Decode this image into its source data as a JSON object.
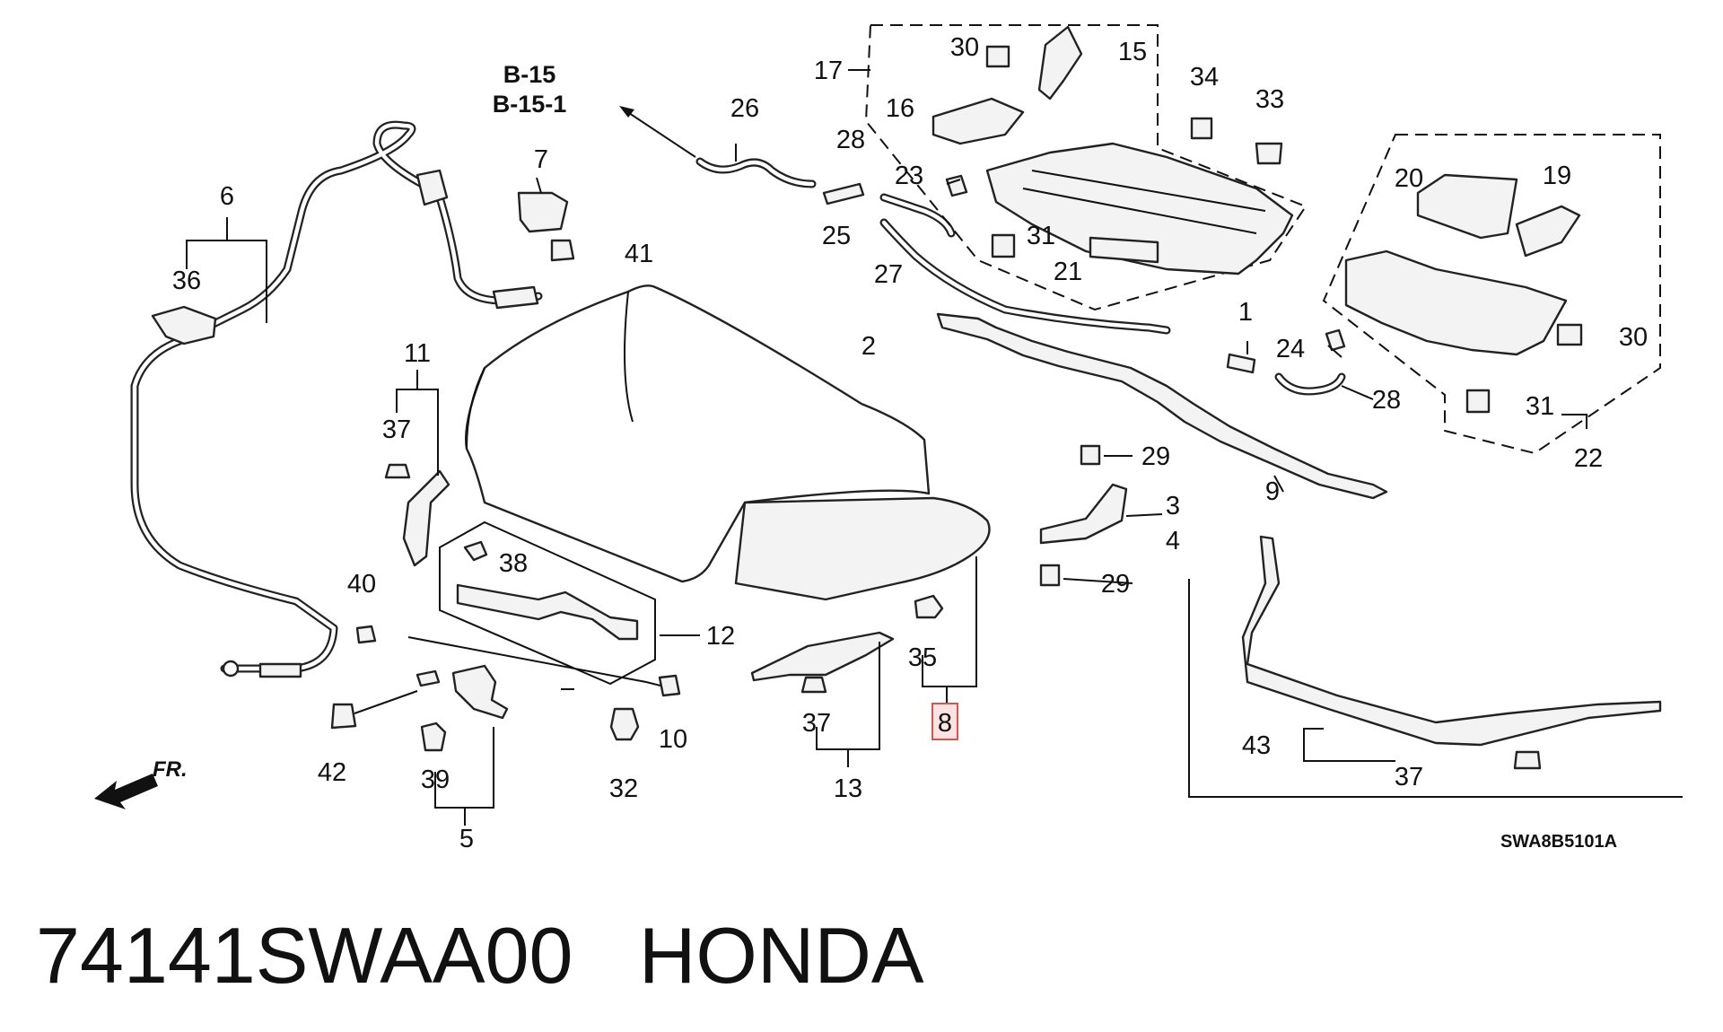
{
  "diagram": {
    "refs": [
      "B-15",
      "B-15-1"
    ],
    "drawing_code": "SWA8B5101A",
    "direction_label": "FR.",
    "highlighted_callout": "8",
    "callouts": {
      "c1": "1",
      "c2": "2",
      "c3": "3",
      "c4": "4",
      "c5": "5",
      "c6": "6",
      "c7": "7",
      "c8": "8",
      "c9": "9",
      "c10": "10",
      "c11": "11",
      "c12": "12",
      "c13": "13",
      "c15": "15",
      "c16": "16",
      "c17": "17",
      "c19": "19",
      "c20": "20",
      "c21": "21",
      "c22": "22",
      "c23": "23",
      "c24": "24",
      "c25": "25",
      "c26": "26",
      "c27": "27",
      "c28a": "28",
      "c28b": "28",
      "c29a": "29",
      "c29b": "29",
      "c30a": "30",
      "c30b": "30",
      "c31a": "31",
      "c31b": "31",
      "c32": "32",
      "c33": "33",
      "c34": "34",
      "c35": "35",
      "c36": "36",
      "c37a": "37",
      "c37b": "37",
      "c37c": "37",
      "c38": "38",
      "c39": "39",
      "c40": "40",
      "c41": "41",
      "c42": "42",
      "c43": "43"
    }
  },
  "caption": {
    "part_number": "74141SWAA00",
    "brand": "HONDA"
  }
}
